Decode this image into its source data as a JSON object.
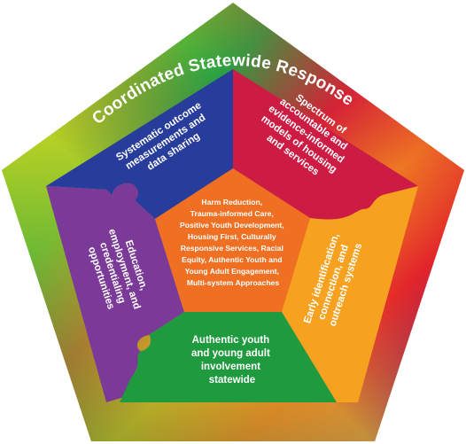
{
  "title": "Coordinated Statewide Response",
  "segments": {
    "top_left": [
      "Systematic outcome",
      "measurements and",
      "data sharing"
    ],
    "top_right": [
      "Spectrum of",
      "accountable and",
      "evidence-informed",
      "models of housing",
      "and services"
    ],
    "right": [
      "Early identification,",
      "connection, and",
      "outreach systems"
    ],
    "left": [
      "Education,",
      "employment, and",
      "credentialing",
      "opportunities"
    ],
    "bottom": [
      "Authentic youth",
      "and young adult",
      "involvement",
      "statewide"
    ]
  },
  "center": [
    "Harm Reduction,",
    "Trauma-informed Care,",
    "Positive Youth Development,",
    "Housing First, Culturally",
    "Responsive Services, Racial",
    "Equity, Authentic Youth and",
    "Young Adult Engagement,",
    "Multi-system Approaches"
  ],
  "colors": {
    "blue": "#283d9b",
    "crimson": "#cc1c43",
    "orange": "#f6a11f",
    "purple": "#7b3a97",
    "green": "#1f9a3e",
    "center_orange": "#f07023",
    "text": "#ffffff"
  }
}
